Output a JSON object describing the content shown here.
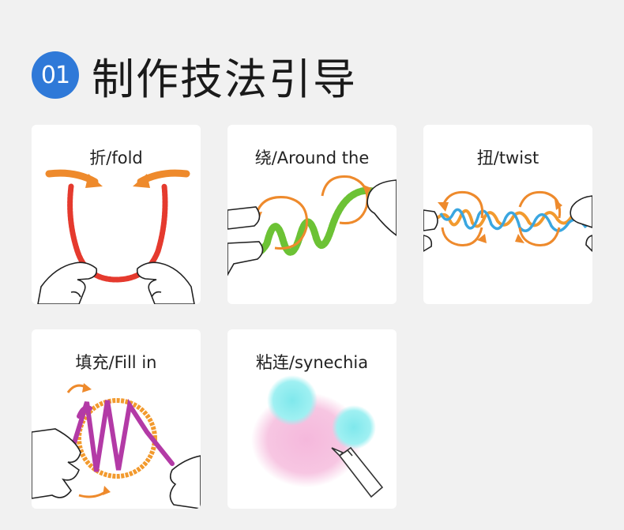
{
  "header": {
    "number": "01",
    "title": "制作技法引导"
  },
  "cards": [
    {
      "label": "折/fold"
    },
    {
      "label": "绕/Around the"
    },
    {
      "label": "扭/twist"
    },
    {
      "label": "填充/Fill in"
    },
    {
      "label": "粘连/synechia"
    }
  ],
  "colors": {
    "badge": "#2f79d8",
    "arrow_orange": "#ee8a2c",
    "yarn_red": "#e53a2e",
    "yarn_green": "#6cc235",
    "yarn_blue": "#3aa6e0",
    "yarn_orange": "#f29a2e",
    "yarn_purple": "#b33aa6",
    "pom_pink": "#f5b8dc",
    "pom_cyan": "#8eecef"
  }
}
